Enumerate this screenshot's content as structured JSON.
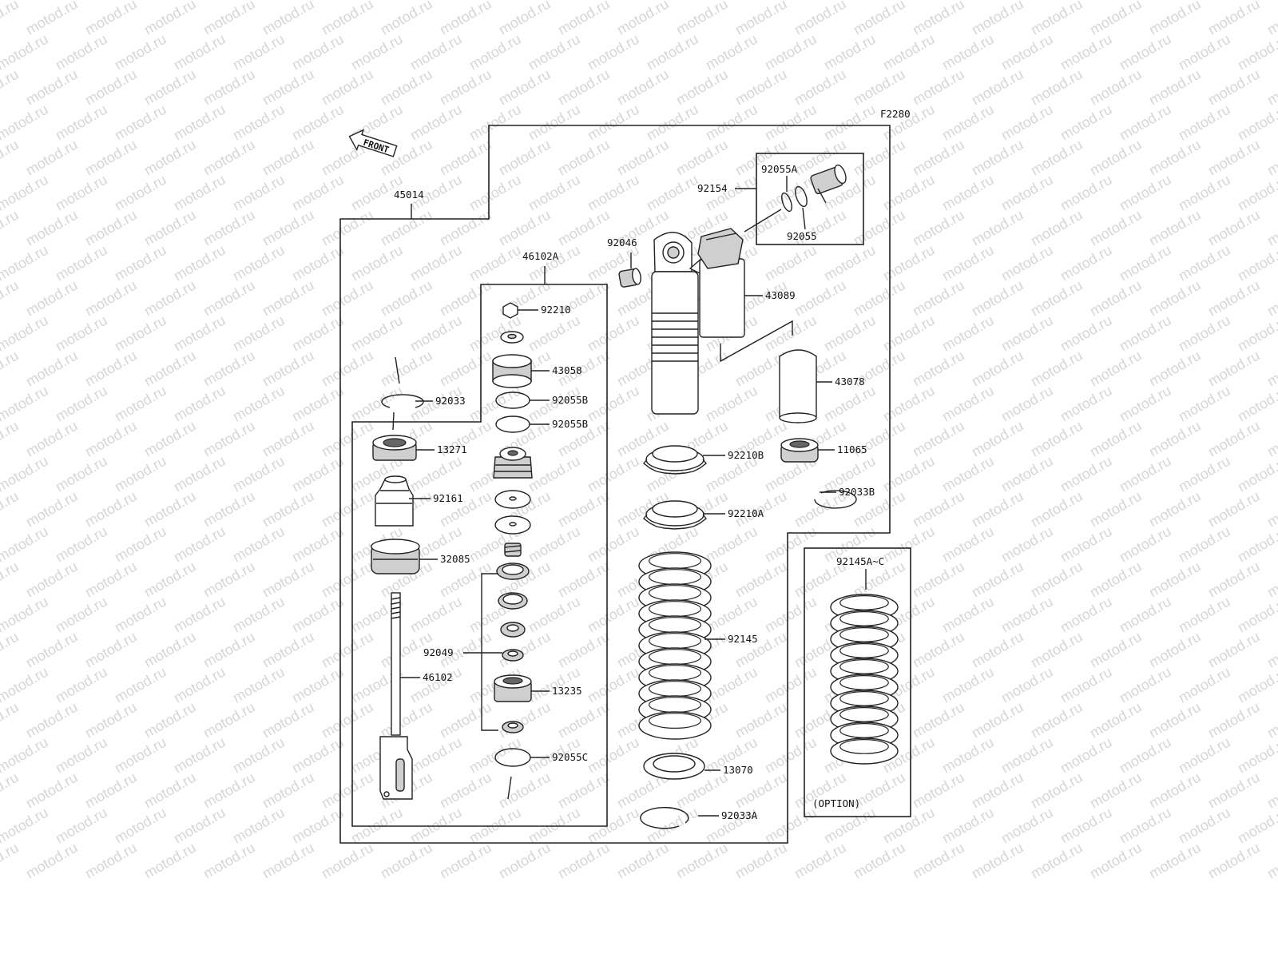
{
  "watermark": "motod.ru",
  "figure_code": "F2280",
  "front_label": "FRONT",
  "option_label": "(OPTION)",
  "parts": {
    "p45014": "45014",
    "p46102A": "46102A",
    "p92210": "92210",
    "p43058": "43058",
    "p92055B_1": "92055B",
    "p92055B_2": "92055B",
    "p92033": "92033",
    "p13271": "13271",
    "p92161": "92161",
    "p32085": "32085",
    "p92049": "92049",
    "p46102": "46102",
    "p13235": "13235",
    "p92055C": "92055C",
    "p92154": "92154",
    "p92055A": "92055A",
    "p92055": "92055",
    "p92046": "92046",
    "p43089": "43089",
    "p43078": "43078",
    "p92210B": "92210B",
    "p11065": "11065",
    "p92033B": "92033B",
    "p92210A": "92210A",
    "p92145": "92145",
    "p13070": "13070",
    "p92033A": "92033A",
    "p92145AC": "92145A~C"
  }
}
